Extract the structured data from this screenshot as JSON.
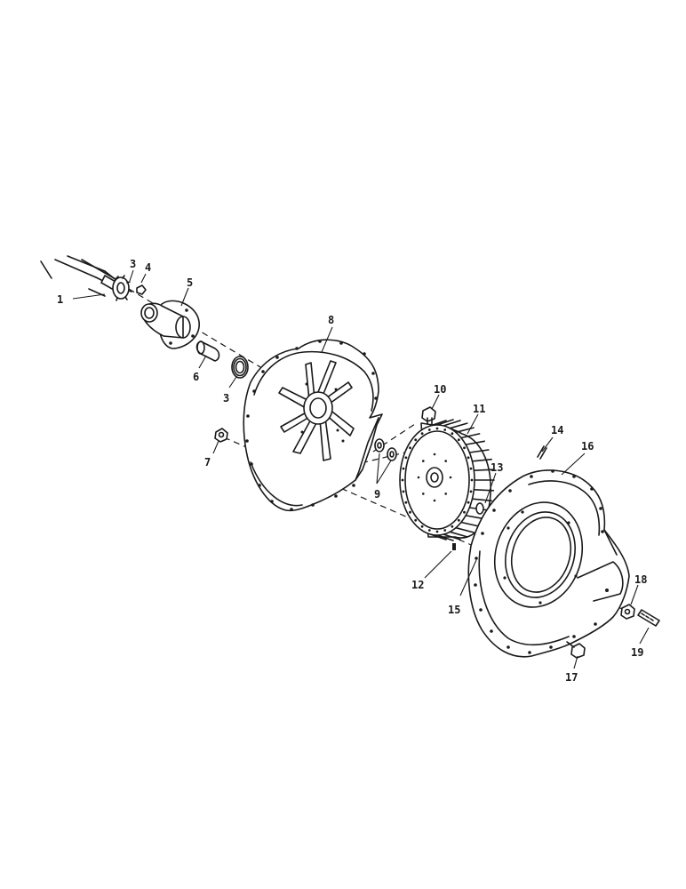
{
  "diagram": {
    "callouts": [
      "1",
      "3",
      "4",
      "5",
      "6",
      "3",
      "7",
      "8",
      "9",
      "10",
      "11",
      "12",
      "13",
      "14",
      "15",
      "16",
      "17",
      "18",
      "19"
    ]
  }
}
